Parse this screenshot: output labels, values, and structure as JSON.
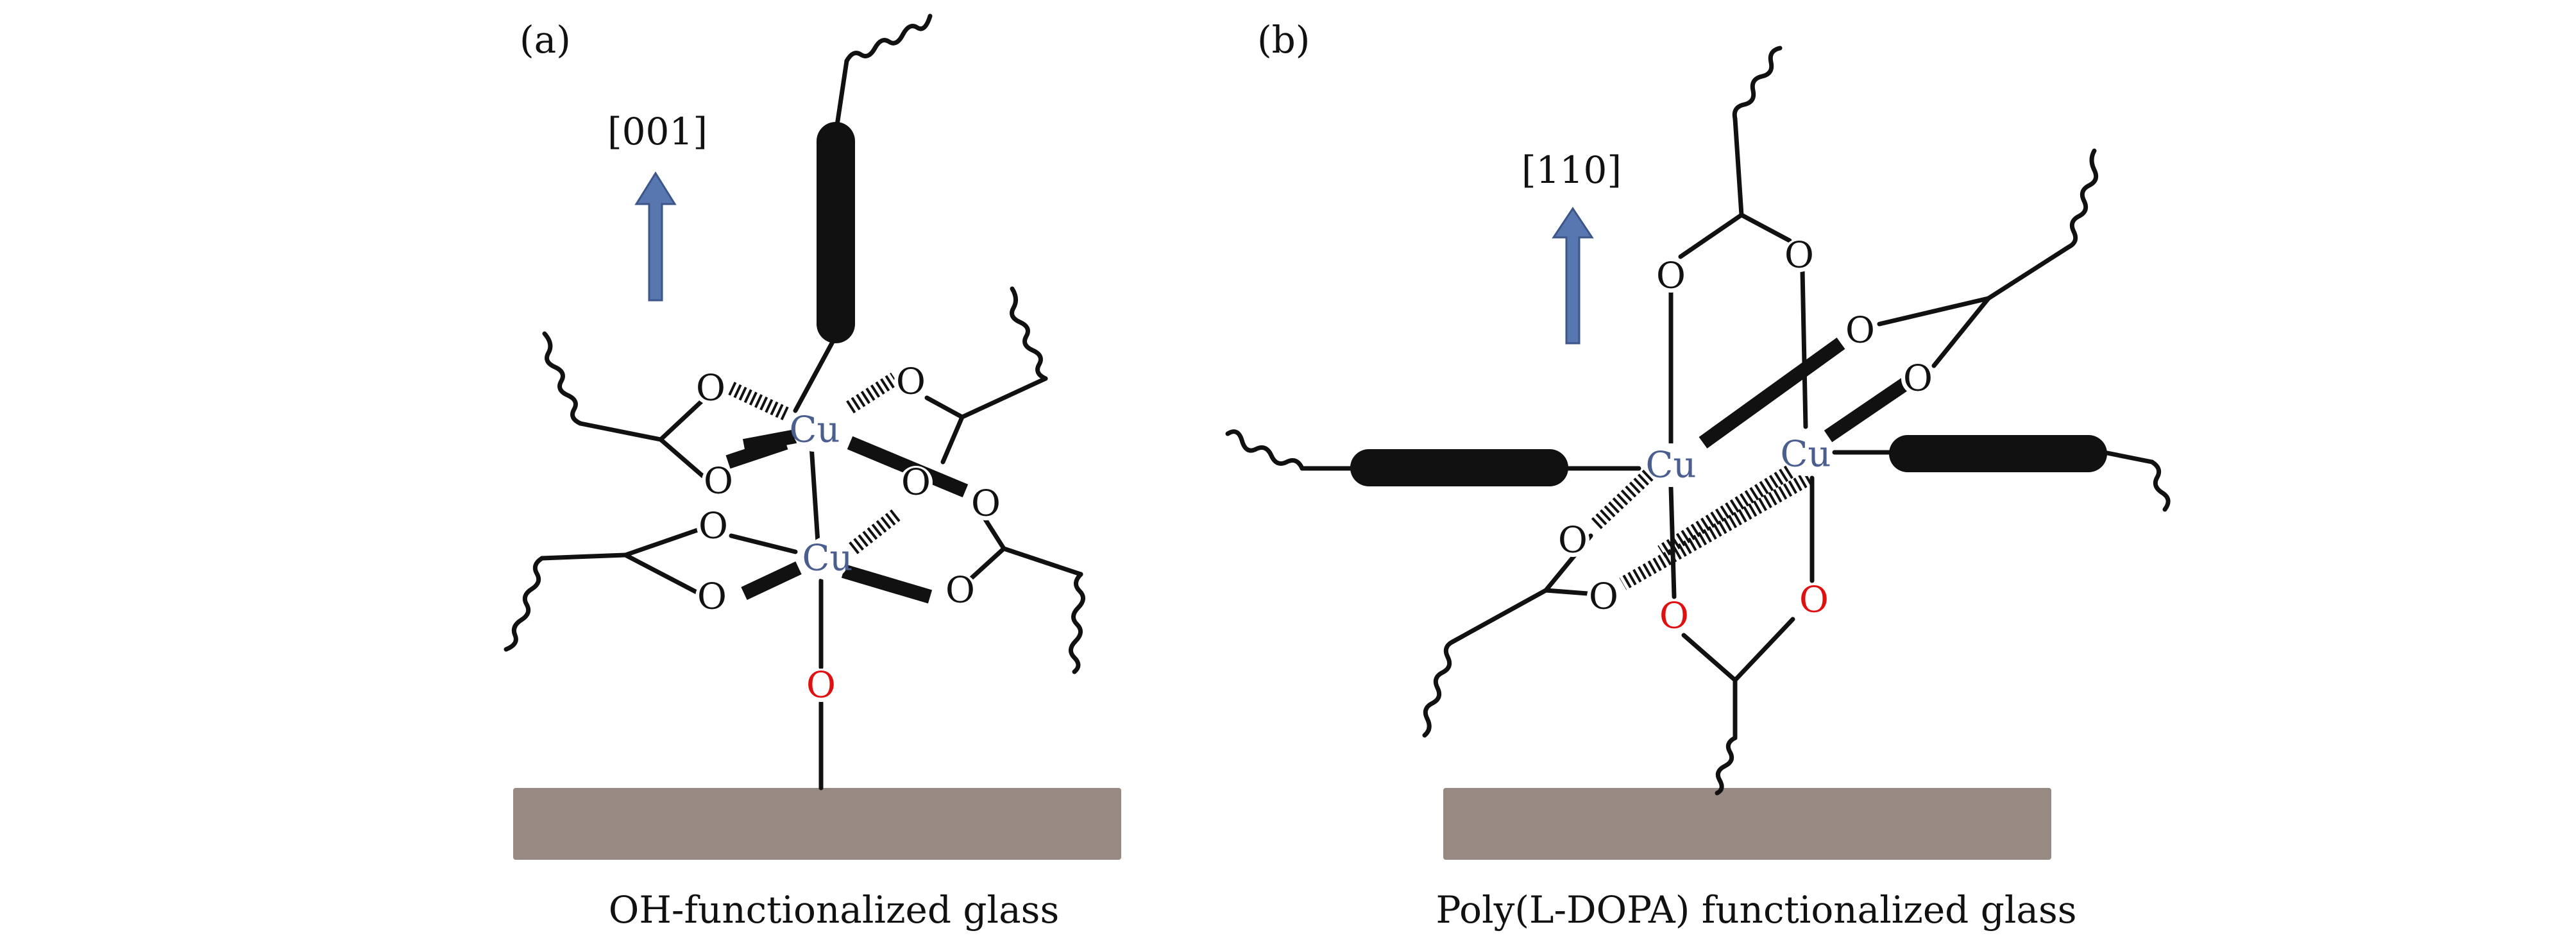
{
  "panel_a": {
    "label": "(a)",
    "direction": "[001]",
    "caption": "OH-functionalized glass",
    "metal_symbol": "Cu",
    "oxygen_symbol": "O"
  },
  "panel_b": {
    "label": "(b)",
    "direction": "[110]",
    "caption": "Poly(L-DOPA) functionalized glass",
    "metal_symbol": "Cu",
    "oxygen_symbol": "O"
  },
  "colors": {
    "copper": "#4a5f8f",
    "oxygen": "#111111",
    "surface_oxygen": "#e01010",
    "arrow": "#5877b0",
    "arrow_edge": "#3c5688",
    "substrate": "#968a82",
    "rod": "#111111"
  },
  "icons": {
    "direction_arrow": "up-arrow-icon",
    "substrate": "glass-substrate",
    "ligand": "rod-ligand",
    "chain": "wavy-chain"
  }
}
